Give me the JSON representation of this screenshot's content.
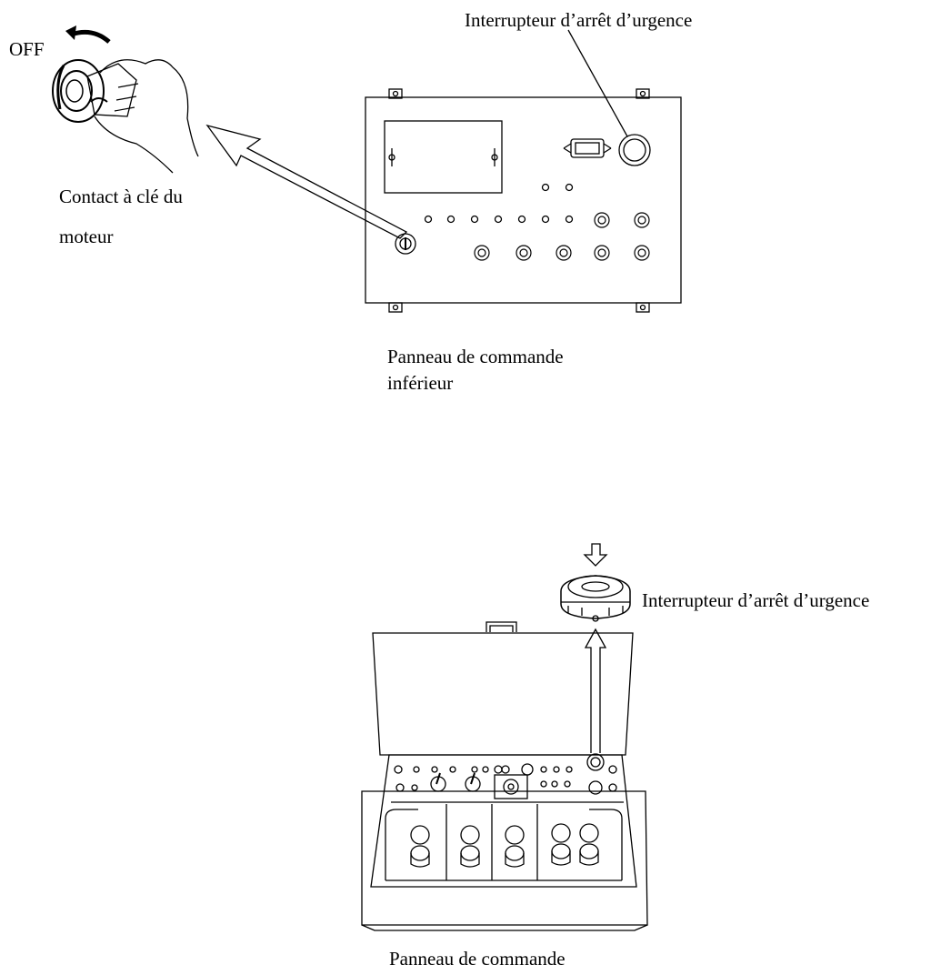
{
  "labels": {
    "top_emergency_switch": "Interrupteur d’arrêt d’urgence",
    "off": "OFF",
    "key_switch_line1": "Contact à clé du",
    "key_switch_line2": "moteur",
    "lower_panel_line1": "Panneau de commande",
    "lower_panel_line2": "inférieur",
    "upper_emergency_switch": "Interrupteur d’arrêt d’urgence",
    "upper_panel_line1": "Panneau de commande"
  }
}
